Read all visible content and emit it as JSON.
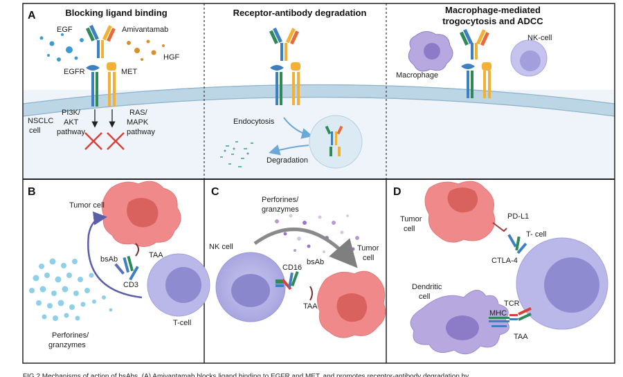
{
  "panels": {
    "A": {
      "letter": "A",
      "col1": {
        "title": "Blocking ligand binding",
        "egf": "EGF",
        "amivantamab": "Amivantamab",
        "hgf": "HGF",
        "egfr": "EGFR",
        "met": "MET",
        "nsclc": [
          "NSCLC",
          "cell"
        ],
        "pi3k": [
          "PI3K/",
          "AKT",
          "pathway"
        ],
        "ras": [
          "RAS/",
          "MAPK",
          "pathway"
        ]
      },
      "col2": {
        "title": "Receptor-antibody degradation",
        "endocytosis": "Endocytosis",
        "degradation": "Degradation"
      },
      "col3": {
        "title": [
          "Macrophage-mediated",
          "trogocytosis and ADCC"
        ],
        "macrophage": "Macrophage",
        "nk_cell": "NK-cell"
      }
    },
    "B": {
      "letter": "B",
      "tumor_cell": "Tumor cell",
      "bsab": "bsAb",
      "taa": "TAA",
      "cd3": "CD3",
      "t_cell": "T-cell",
      "perforines": [
        "Perforines/",
        "granzymes"
      ]
    },
    "C": {
      "letter": "C",
      "perforines": [
        "Perforines/",
        "granzymes"
      ],
      "nk_cell": "NK cell",
      "cd16": "CD16",
      "bsab": "bsAb",
      "taa": "TAA",
      "tumor_cell": [
        "Tumor",
        "cell"
      ]
    },
    "D": {
      "letter": "D",
      "tumor_cell": [
        "Tumor",
        "cell"
      ],
      "pdl1": "PD-L1",
      "t_cell": "T- cell",
      "ctla4": "CTLA-4",
      "dendritic": [
        "Dendritic",
        "cell"
      ],
      "tcr": "TCR",
      "mhc": "MHC",
      "taa": "TAA"
    }
  },
  "caption": "FIG 2  Mechanisms of action of bsAbs. (A) Amivantamab blocks ligand binding to EGFR and MET, and promotes receptor-antibody degradation by",
  "colors": {
    "membrane": "#bcd6e6",
    "cell_bg": "#eef4f9",
    "tumor": "#f08a8a",
    "tumor_nucleus": "#d9625f",
    "tcell": "#b9b8e8",
    "tcell_nucleus": "#8e8bd0",
    "egfr": "#3d7fc1",
    "met": "#f2b035",
    "arrow": "#5b5fa8"
  }
}
